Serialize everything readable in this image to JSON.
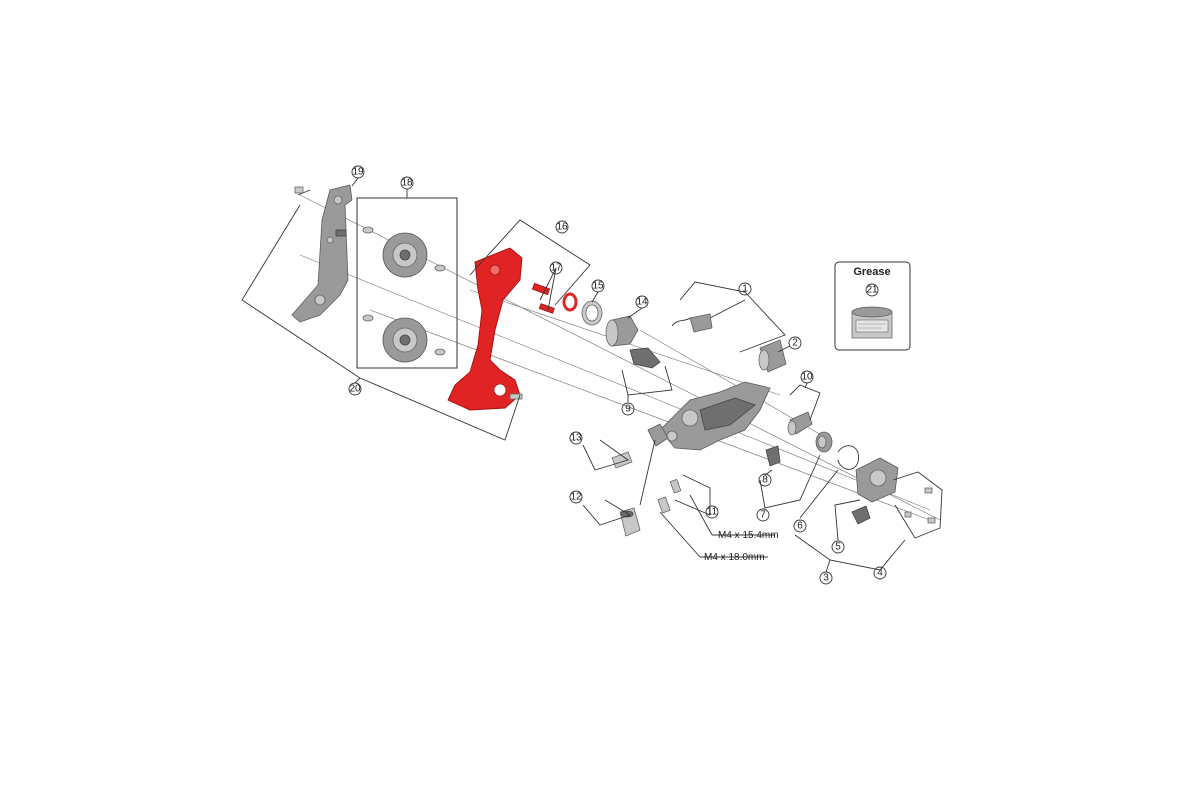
{
  "diagram": {
    "callouts": [
      {
        "id": "c1",
        "label": "1"
      },
      {
        "id": "c2",
        "label": "2"
      },
      {
        "id": "c3",
        "label": "3"
      },
      {
        "id": "c4",
        "label": "4"
      },
      {
        "id": "c5",
        "label": "5"
      },
      {
        "id": "c6",
        "label": "6"
      },
      {
        "id": "c7",
        "label": "7"
      },
      {
        "id": "c8",
        "label": "8"
      },
      {
        "id": "c9",
        "label": "9"
      },
      {
        "id": "c10",
        "label": "10"
      },
      {
        "id": "c11",
        "label": "11"
      },
      {
        "id": "c12",
        "label": "12"
      },
      {
        "id": "c13",
        "label": "13"
      },
      {
        "id": "c14",
        "label": "14"
      },
      {
        "id": "c15",
        "label": "15"
      },
      {
        "id": "c16",
        "label": "16"
      },
      {
        "id": "c17",
        "label": "17"
      },
      {
        "id": "c18",
        "label": "18"
      },
      {
        "id": "c19",
        "label": "19"
      },
      {
        "id": "c20",
        "label": "20"
      },
      {
        "id": "c21",
        "label": "21"
      }
    ],
    "bolt_specs": [
      "M4 x 15.4mm",
      "M4 x 18.0mm"
    ],
    "grease_box": {
      "title": "Grease"
    },
    "highlight_color": "#e02424",
    "part_color": "#9a9a9a"
  }
}
